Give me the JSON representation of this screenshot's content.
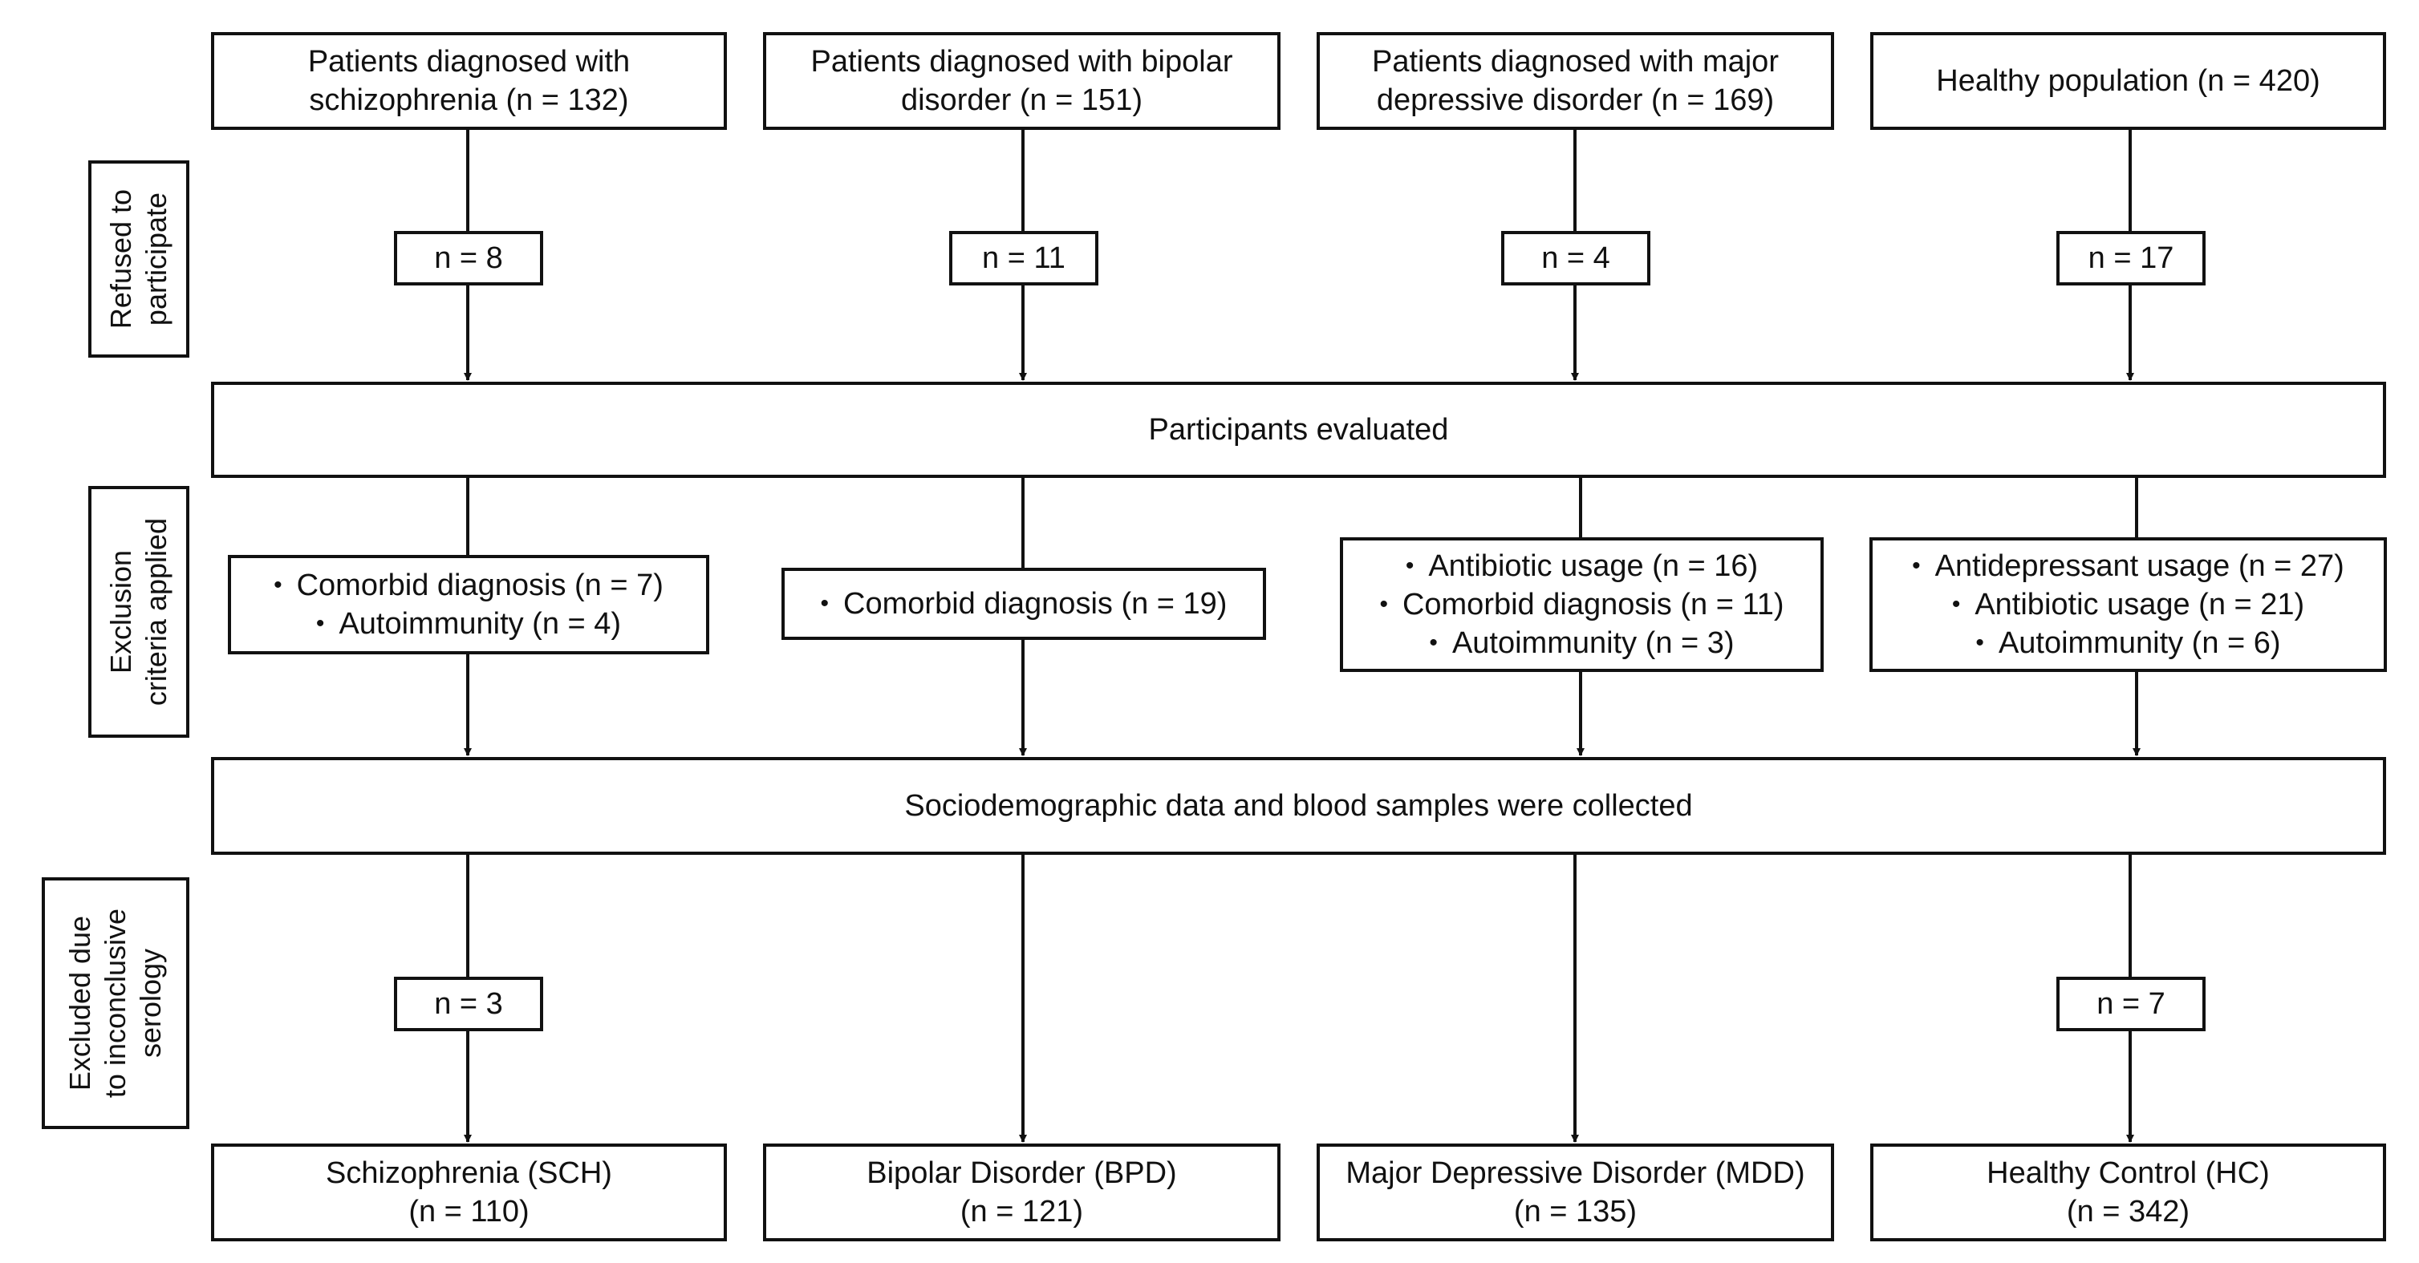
{
  "sources": [
    {
      "line1": "Patients diagnosed with",
      "line2": "schizophrenia (n = 132)"
    },
    {
      "line1": "Patients diagnosed with bipolar",
      "line2": "disorder (n = 151)"
    },
    {
      "line1": "Patients diagnosed with major",
      "line2": "depressive disorder (n = 169)"
    },
    {
      "line1": "Healthy population (n = 420)",
      "line2": ""
    }
  ],
  "refused": {
    "label_line1": "Refused to",
    "label_line2": "participate",
    "counts": [
      "n = 8",
      "n = 11",
      "n = 4",
      "n = 17"
    ]
  },
  "evaluated_label": "Participants evaluated",
  "exclusion": {
    "label_line1": "Exclusion",
    "label_line2": "criteria applied",
    "bullet": "•",
    "groups": [
      [
        "Comorbid diagnosis (n = 7)",
        "Autoimmunity (n = 4)"
      ],
      [
        "Comorbid diagnosis (n = 19)"
      ],
      [
        "Antibiotic usage (n = 16)",
        "Comorbid diagnosis (n = 11)",
        "Autoimmunity (n = 3)"
      ],
      [
        "Antidepressant usage (n = 27)",
        "Antibiotic usage (n = 21)",
        "Autoimmunity (n = 6)"
      ]
    ]
  },
  "collected_label": "Sociodemographic data and blood samples were collected",
  "serology": {
    "label_line1": "Excluded due",
    "label_line2": "to inconclusive",
    "label_line3": "serology",
    "counts": [
      "n = 3",
      "n = 7"
    ]
  },
  "final": [
    {
      "line1": "Schizophrenia (SCH)",
      "line2": "(n = 110)"
    },
    {
      "line1": "Bipolar Disorder (BPD)",
      "line2": "(n = 121)"
    },
    {
      "line1": "Major Depressive Disorder (MDD)",
      "line2": "(n = 135)"
    },
    {
      "line1": "Healthy Control (HC)",
      "line2": "(n = 342)"
    }
  ]
}
